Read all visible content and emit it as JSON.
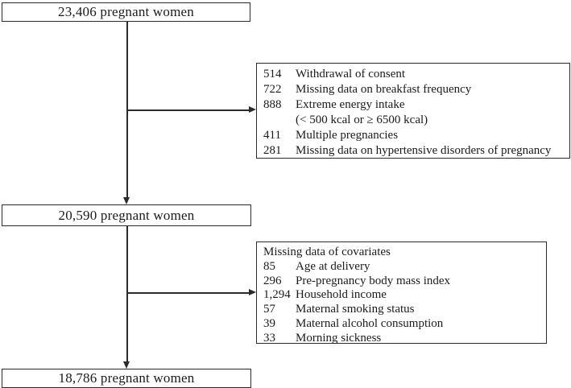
{
  "colors": {
    "ink": "#1b1b1b",
    "line_and_border": "#2b2b2b",
    "background": "#ffffff"
  },
  "flow": {
    "population_boxes": [
      {
        "label": "23,406 pregnant women"
      },
      {
        "label": "20,590 pregnant women"
      },
      {
        "label": "18,786 pregnant women"
      }
    ],
    "exclusion1": {
      "items": [
        {
          "n": "514",
          "label": "Withdrawal of consent"
        },
        {
          "n": "722",
          "label": "Missing data on breakfast frequency"
        },
        {
          "n": "888",
          "label": "Extreme energy intake"
        },
        {
          "n": "",
          "label": "(< 500 kcal or ≥ 6500 kcal)"
        },
        {
          "n": "411",
          "label": "Multiple pregnancies"
        },
        {
          "n": "281",
          "label": "Missing data on hypertensive disorders of pregnancy"
        }
      ]
    },
    "exclusion2": {
      "title": "Missing data of covariates",
      "items": [
        {
          "n": "85",
          "label": "Age at delivery"
        },
        {
          "n": "296",
          "label": "Pre-pregnancy body mass index"
        },
        {
          "n": "1,294",
          "label": "Household income"
        },
        {
          "n": "57",
          "label": "Maternal smoking status"
        },
        {
          "n": "39",
          "label": "Maternal alcohol consumption"
        },
        {
          "n": "33",
          "label": "Morning sickness"
        }
      ]
    }
  }
}
